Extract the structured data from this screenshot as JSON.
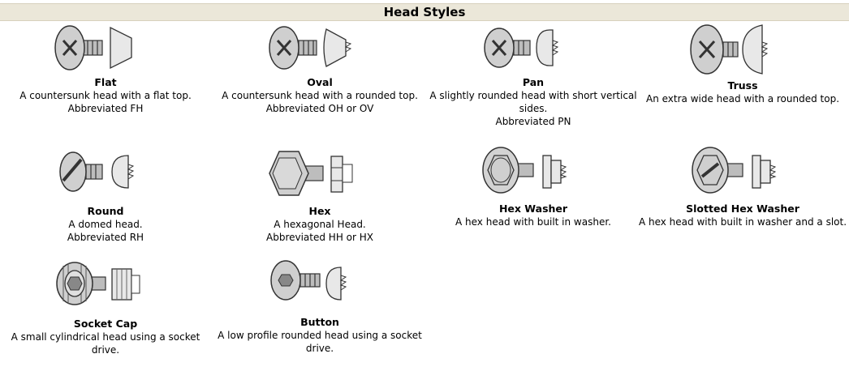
{
  "header": {
    "title": "Head Styles"
  },
  "styles": [
    {
      "name": "Flat",
      "icon": "flat-head-screw-icon",
      "desc": "A countersunk head with a flat top.",
      "abbr": "Abbreviated FH"
    },
    {
      "name": "Oval",
      "icon": "oval-head-screw-icon",
      "desc": "A countersunk head with a rounded top.",
      "abbr": "Abbreviated OH or OV"
    },
    {
      "name": "Pan",
      "icon": "pan-head-screw-icon",
      "desc": "A slightly rounded head with short vertical sides.",
      "abbr": "Abbreviated PN"
    },
    {
      "name": "Truss",
      "icon": "truss-head-screw-icon",
      "desc": "An extra wide head with a rounded top.",
      "abbr": ""
    },
    {
      "name": "Round",
      "icon": "round-head-screw-icon",
      "desc": "A domed head.",
      "abbr": "Abbreviated RH"
    },
    {
      "name": "Hex",
      "icon": "hex-head-bolt-icon",
      "desc": "A hexagonal Head.",
      "abbr": "Abbreviated HH or HX"
    },
    {
      "name": "Hex Washer",
      "icon": "hex-washer-head-screw-icon",
      "desc": "A hex head with built in washer.",
      "abbr": ""
    },
    {
      "name": "Slotted Hex Washer",
      "icon": "slotted-hex-washer-head-screw-icon",
      "desc": "A hex head with built in washer and a slot.",
      "abbr": ""
    },
    {
      "name": "Socket Cap",
      "icon": "socket-cap-screw-icon",
      "desc": "A small cylindrical head using a socket drive.",
      "abbr": ""
    },
    {
      "name": "Button",
      "icon": "button-head-screw-icon",
      "desc": "A low profile rounded head using a socket drive.",
      "abbr": ""
    }
  ]
}
